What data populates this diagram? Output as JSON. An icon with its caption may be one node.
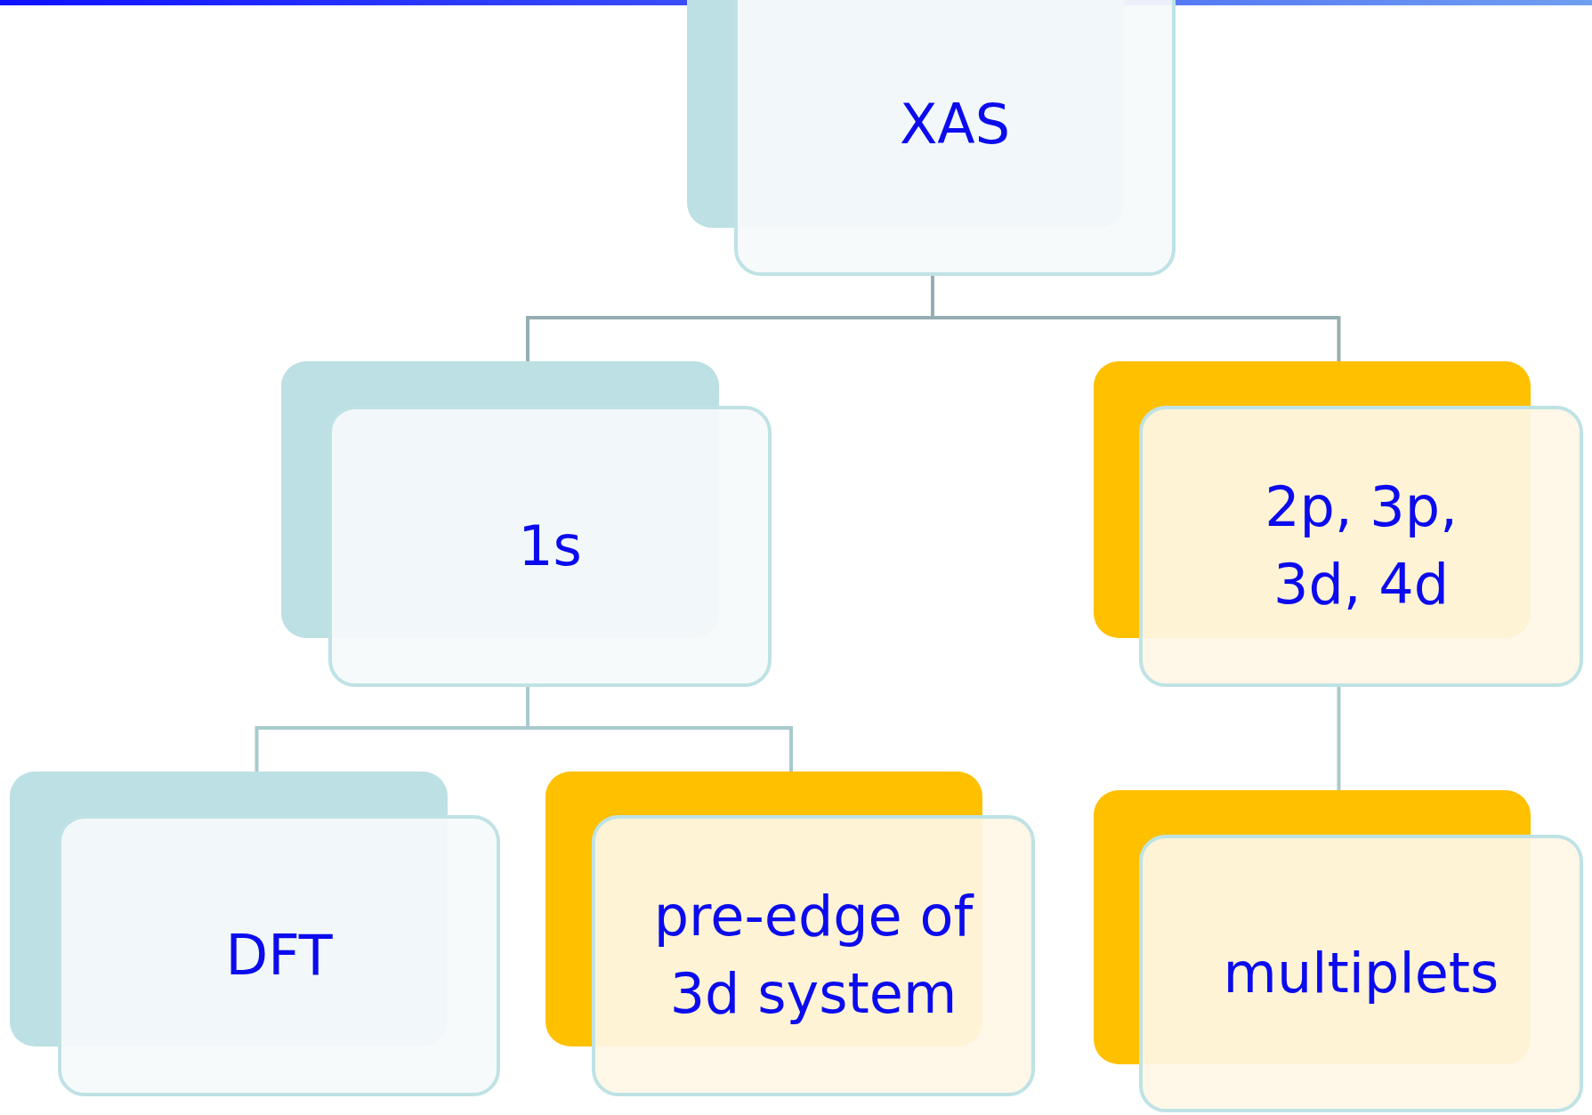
{
  "diagram": {
    "nodes": [
      {
        "text": [
          "XAS"
        ]
      },
      {
        "text": [
          "1s"
        ]
      },
      {
        "text": [
          "2p, 3p, 3d, 4d"
        ]
      },
      {
        "text": [
          "DFT"
        ]
      },
      {
        "text": [
          "pre-edge of 3d system"
        ]
      },
      {
        "text": [
          "multiplets"
        ]
      }
    ],
    "edges": [
      {
        "from": 0,
        "to": 1,
        "arrow": "none"
      },
      {
        "from": 0,
        "to": 2,
        "arrow": "none"
      },
      {
        "from": 1,
        "to": 3,
        "arrow": "none"
      },
      {
        "from": 1,
        "to": 4,
        "arrow": "none"
      },
      {
        "from": 2,
        "to": 5,
        "arrow": "none"
      }
    ]
  }
}
